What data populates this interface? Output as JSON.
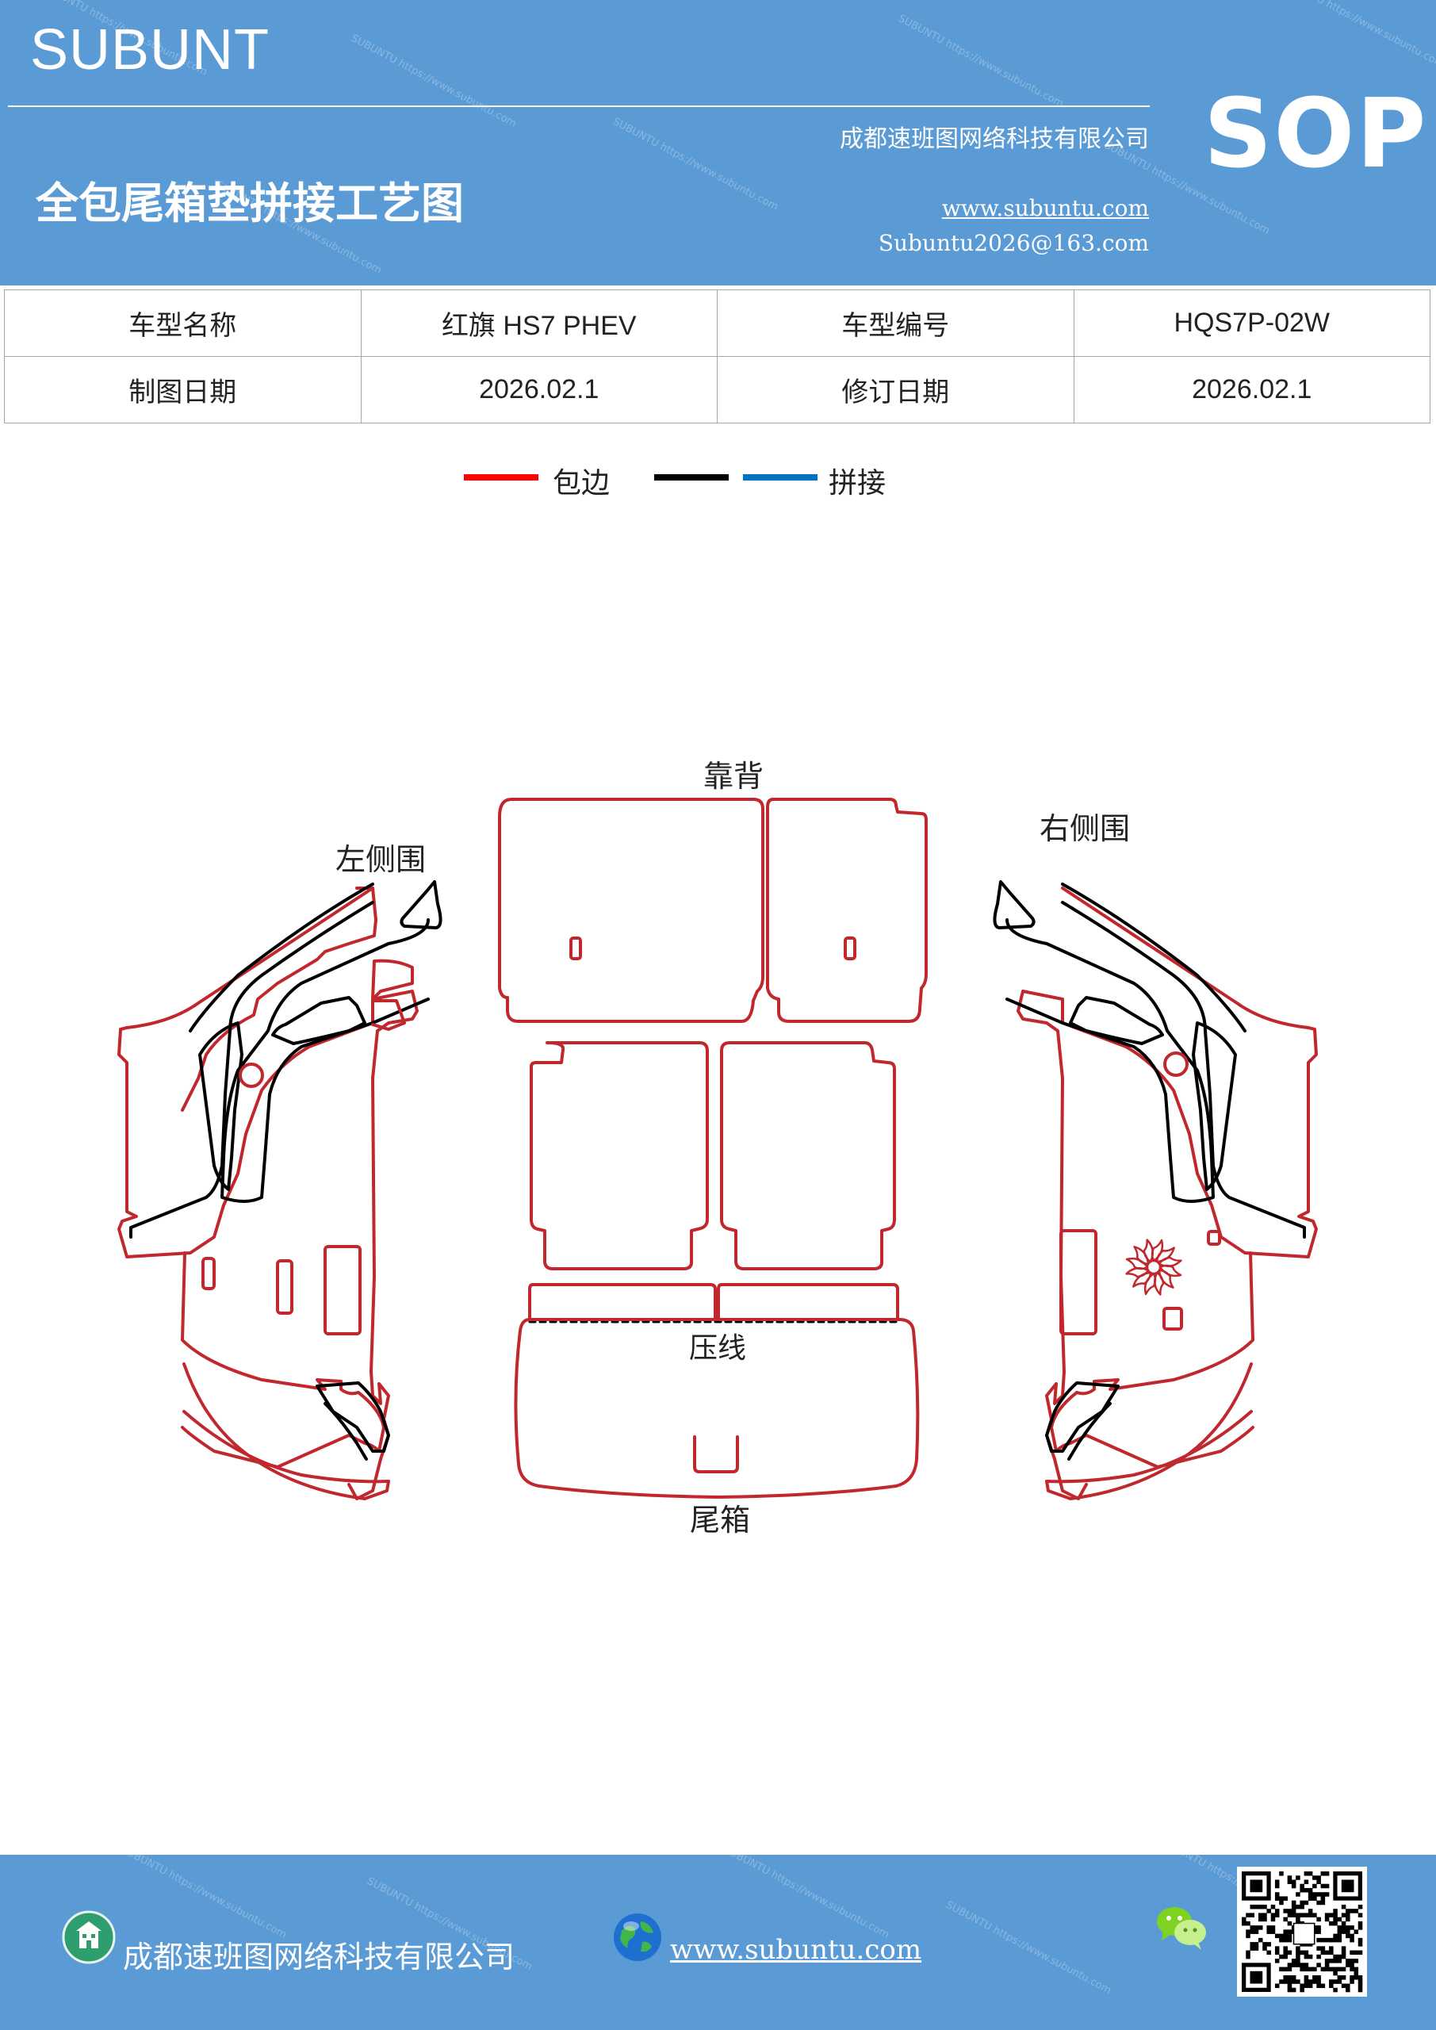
{
  "header": {
    "brand": "SUBUNT",
    "company": "成都速班图网络科技有限公司",
    "title": "全包尾箱垫拼接工艺图",
    "website": "www.subuntu.com",
    "email": "Subuntu2026@163.com",
    "badge": "SOP"
  },
  "info_table": {
    "rows": [
      {
        "label1": "车型名称",
        "value1": "红旗 HS7  PHEV",
        "label2": "车型编号",
        "value2": "HQS7P-02W"
      },
      {
        "label1": "制图日期",
        "value1": "2026.02.1",
        "label2": "修订日期",
        "value2": "2026.02.1"
      }
    ]
  },
  "legend": {
    "items": [
      {
        "label": "包边",
        "color": "#ff0000"
      },
      {
        "label": "",
        "color": "#000000"
      },
      {
        "label": "拼接",
        "color": "#0070c0"
      }
    ]
  },
  "diagram": {
    "labels": {
      "backrest": "靠背",
      "left_side": "左侧围",
      "right_side": "右侧围",
      "crease": "压线",
      "trunk": "尾箱"
    },
    "colors": {
      "edge": "#c0282d",
      "seam": "#000000"
    }
  },
  "footer": {
    "company": "成都速班图网络科技有限公司",
    "website": "www.subuntu.com "
  }
}
